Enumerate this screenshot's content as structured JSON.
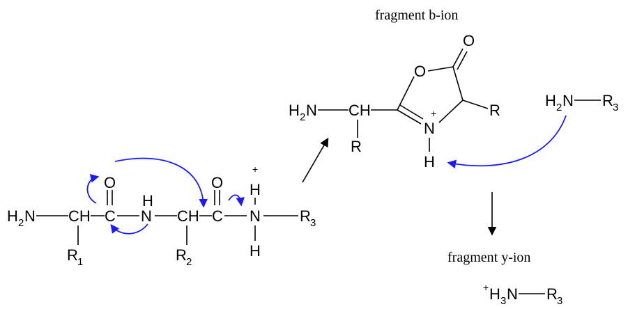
{
  "captions": {
    "b_ion": "fragment b-ion",
    "y_ion": "fragment y-ion"
  },
  "peptide": {
    "h2n": "H",
    "h2n_sub": "2",
    "h2n_n": "N",
    "ch1": "CH",
    "c1": "C",
    "o1": "O",
    "nh_h": "H",
    "nh_n": "N",
    "ch2": "CH",
    "c2": "C",
    "o2": "O",
    "n3": "N",
    "h_top": "H",
    "h_bot": "H",
    "plus": "+",
    "r1": "R",
    "r1_sub": "1",
    "r2": "R",
    "r2_sub": "2",
    "r3": "R",
    "r3_sub": "3"
  },
  "b_ion_structure": {
    "h2n": "H",
    "h2n_sub": "2",
    "h2n_n": "N",
    "ch": "CH",
    "r_side": "R",
    "ring_o": "O",
    "carbonyl_o": "O",
    "n": "N",
    "plus": "+",
    "h": "H",
    "r_ring": "R"
  },
  "amine": {
    "h2n": "H",
    "h2n_sub": "2",
    "h2n_n": "N",
    "r3": "R",
    "r3_sub": "3"
  },
  "y_ion_structure": {
    "plus": "+",
    "h3": "H",
    "h3_sub": "3",
    "n": "N",
    "r3": "R",
    "r3_sub": "3"
  },
  "colors": {
    "electron_arrows": "#1a1aff",
    "reaction_arrows": "#000000"
  }
}
